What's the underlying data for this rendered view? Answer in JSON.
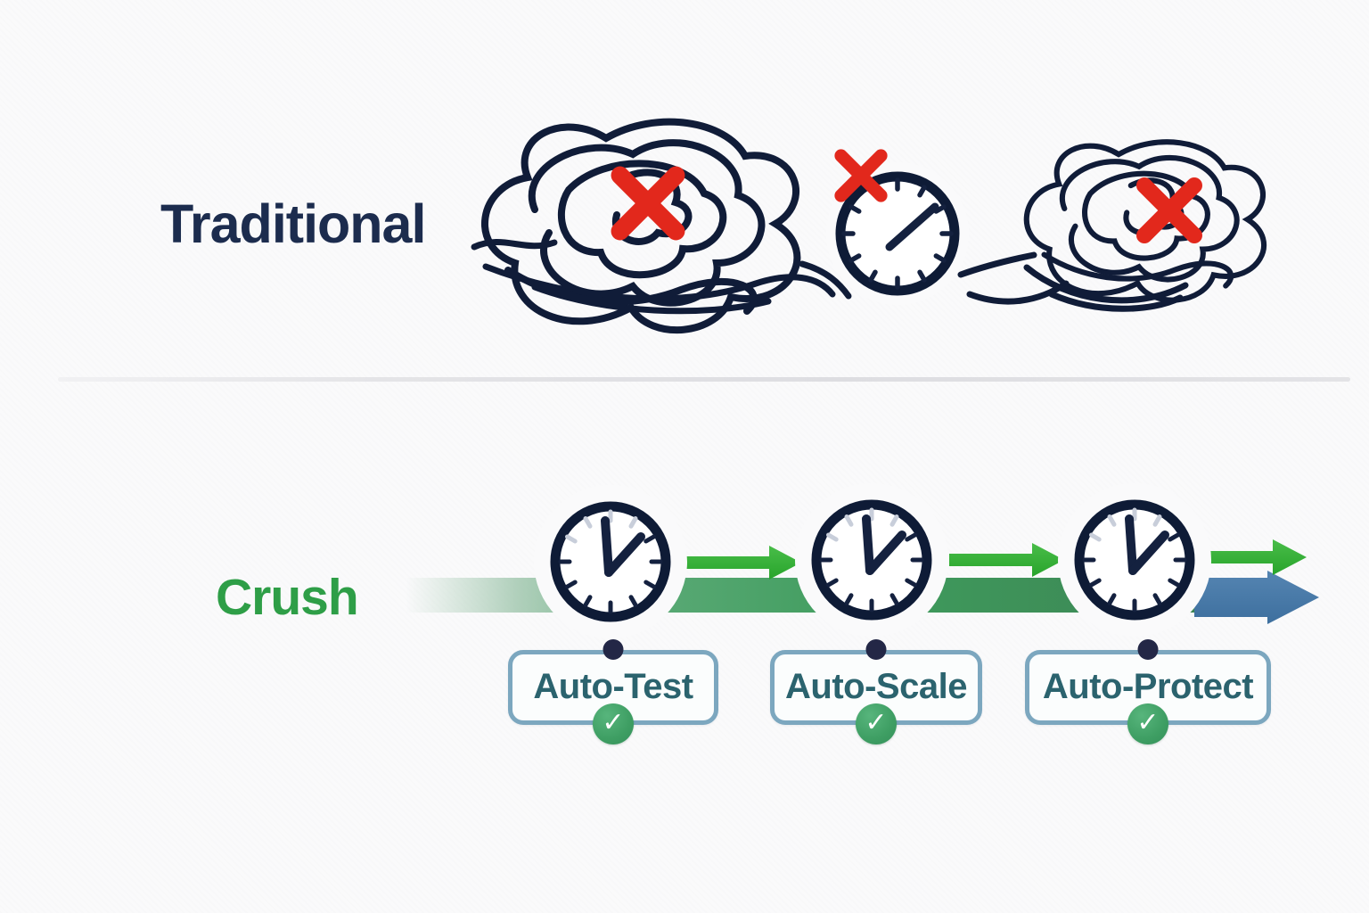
{
  "traditional": {
    "label": "Traditional",
    "label_color": "#1c2c4e",
    "scribble_color": "#101c38",
    "error_x_color": "#e2281c",
    "clock": {
      "style": "single-hand",
      "ring_color": "#0e1b36"
    }
  },
  "crush": {
    "label": "Crush",
    "label_color": "#2e9e47",
    "band_color": "#3f9c5d",
    "arrow_green_color": "#33b233",
    "arrow_blue_color": "#4478a8",
    "card_border_color": "#7ca7bf",
    "card_text_color": "#2b636e",
    "check_color": "#3e9e63",
    "steps": [
      {
        "label": "Auto-Test"
      },
      {
        "label": "Auto-Scale"
      },
      {
        "label": "Auto-Protect"
      }
    ]
  },
  "icons": {
    "check_glyph": "✓",
    "semantic": [
      "tangle-icon",
      "error-x-icon",
      "clock-icon",
      "arrow-right-icon",
      "connector-dot",
      "check-icon",
      "timeline-band"
    ]
  }
}
